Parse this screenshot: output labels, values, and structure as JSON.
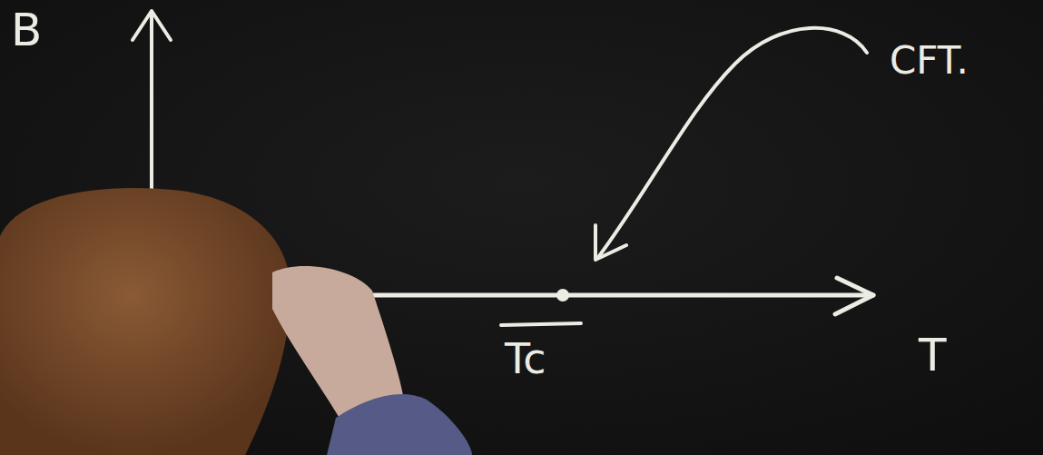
{
  "diagram": {
    "labels": [
      "B",
      "CFT.",
      "Tc",
      "T"
    ]
  }
}
